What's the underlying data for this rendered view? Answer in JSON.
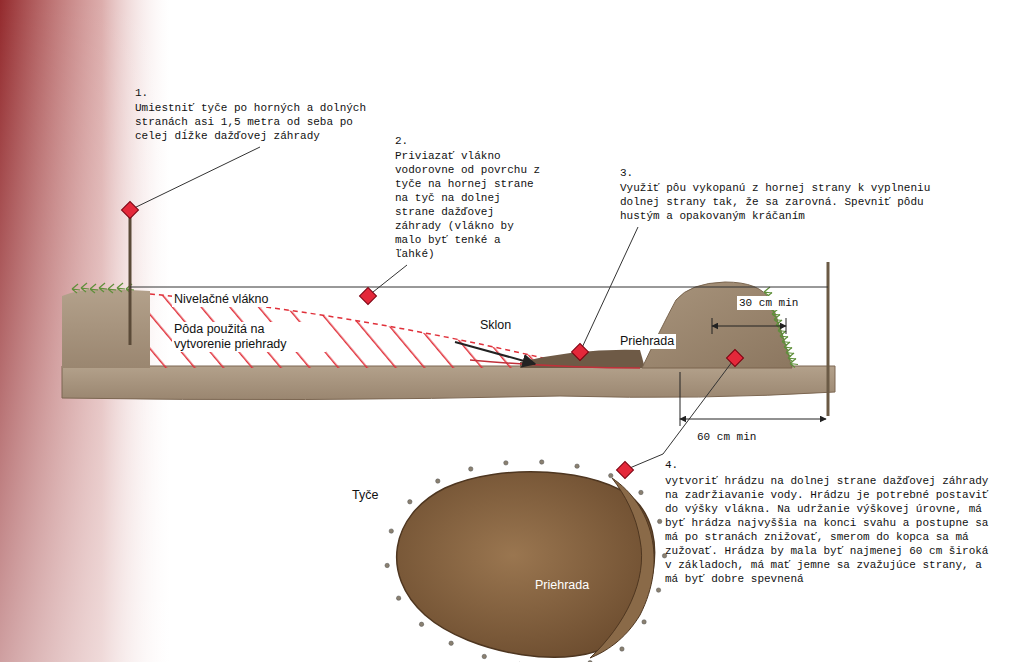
{
  "diagram": {
    "labels": [
      "1.",
      "Umiestniť tyče po horných a dolných stranách asi 1,5 metra od seba po celej dĺžke dažďovej záhrady",
      "2.",
      "Priviazať vlákno vodorovne od povrchu z tyče na hornej strane na tyč na dolnej strane dažďovej záhrady (vlákno by malo byť tenké a ľahké)",
      "3.",
      "Využiť pôu vykopanú z hornej strany k vyplneniu dolnej strany tak, že sa zarovná. Spevniť pôdu hustým a opakovaným kráčaním",
      "Nivelačné vlákno",
      "Sklon",
      "30 cm min",
      "Priehrada",
      "Pôda použitá na vytvorenie priehrady",
      "60 cm min",
      "4.",
      "vytvoriť hrádzu na dolnej strane dažďovej záhrady na zadržiavanie vody. Hrádzu je potrebné postaviť do výšky vlákna. Na udržanie výškovej úrovne, má byť hrádza najvyššia na konci svahu a postupne sa má po stranách znižovať, smerom do kopca sa má zužovať. Hrádza by mala byť najmenej 60 cm široká v základoch, má mať jemne sa zvažujúce strany, a má byť dobre spevnená",
      "Tyče",
      "Priehrada"
    ]
  }
}
